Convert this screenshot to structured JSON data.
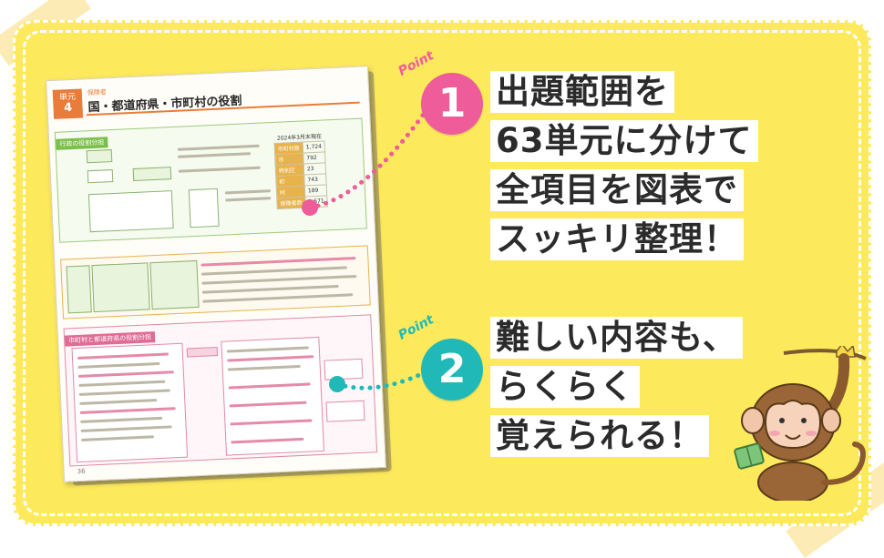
{
  "book": {
    "unit_prefix": "単元",
    "unit_number": "4",
    "category": "保険者",
    "title": "国・都道府県・市町村の役割",
    "page_number": "36",
    "section1_heading": "行政の役割分担",
    "section2_heading": "市町村と都道府県の役割分担",
    "table_year": "2024年3月末現在",
    "table_rows": [
      {
        "label": "市町村数",
        "value": "1,724"
      },
      {
        "label": "市",
        "value": "792"
      },
      {
        "label": "特別区",
        "value": "23"
      },
      {
        "label": "町",
        "value": "743"
      },
      {
        "label": "村",
        "value": "189"
      },
      {
        "label": "保険者数",
        "value": "1,571"
      }
    ]
  },
  "points": [
    {
      "label": "Point",
      "number": "1",
      "color": "#ee5c9a"
    },
    {
      "label": "Point",
      "number": "2",
      "color": "#21b9b7"
    }
  ],
  "headline1": {
    "lines": [
      "出題範囲を",
      "63単元に分けて",
      "全項目を図表で",
      "スッキリ整理！"
    ]
  },
  "headline2": {
    "lines": [
      "難しい内容も、",
      "らくらく",
      "覚えられる！"
    ]
  },
  "colors": {
    "background": "#fde95c",
    "pink": "#ee5c9a",
    "teal": "#21b9b7"
  }
}
